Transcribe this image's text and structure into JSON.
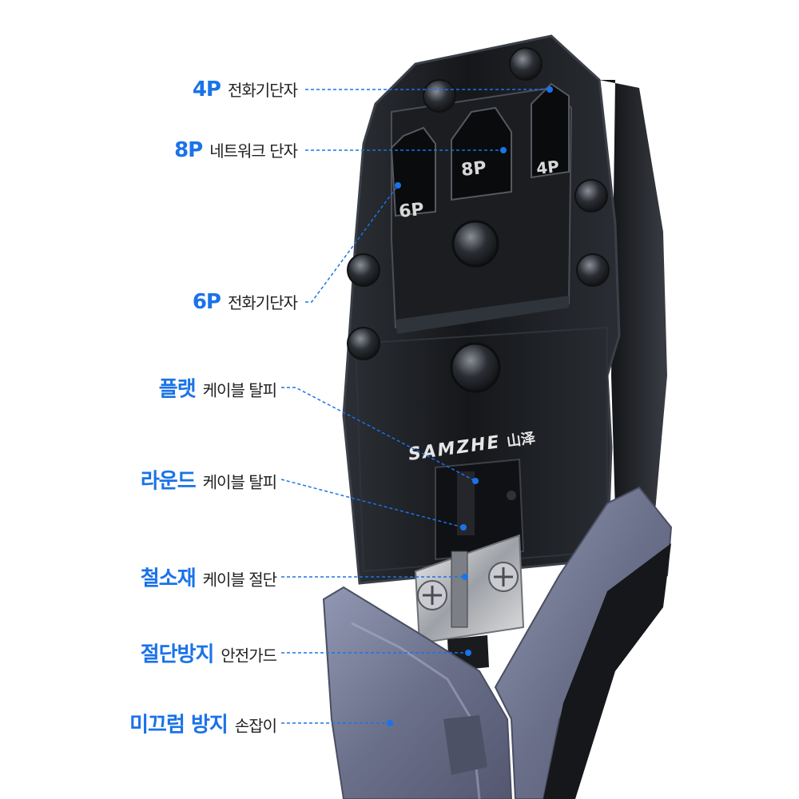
{
  "brand": {
    "name": "SAMZHE",
    "name_cjk": "山泽"
  },
  "die_labels": {
    "p4": "4P",
    "p8": "8P",
    "p6": "6P"
  },
  "callouts": [
    {
      "id": "callout-4p-phone",
      "highlight": "4P",
      "desc": "전화기단자"
    },
    {
      "id": "callout-8p-network",
      "highlight": "8P",
      "desc": "네트워크 단자"
    },
    {
      "id": "callout-6p-phone",
      "highlight": "6P",
      "desc": "전화기단자"
    },
    {
      "id": "callout-flat-strip",
      "highlight": "플랫",
      "desc": "케이블 탈피"
    },
    {
      "id": "callout-round-strip",
      "highlight": "라운드",
      "desc": "케이블 탈피"
    },
    {
      "id": "callout-steel-cut",
      "highlight": "철소재",
      "desc": "케이블 절단"
    },
    {
      "id": "callout-safety-guard",
      "highlight": "절단방지",
      "desc": "안전가드"
    },
    {
      "id": "callout-nonslip-grip",
      "highlight": "미끄럼 방지",
      "desc": "손잡이"
    }
  ],
  "colors": {
    "accent": "#1a73e8",
    "tool_metal": "#1c1e22",
    "grip": "#7a7f99"
  }
}
